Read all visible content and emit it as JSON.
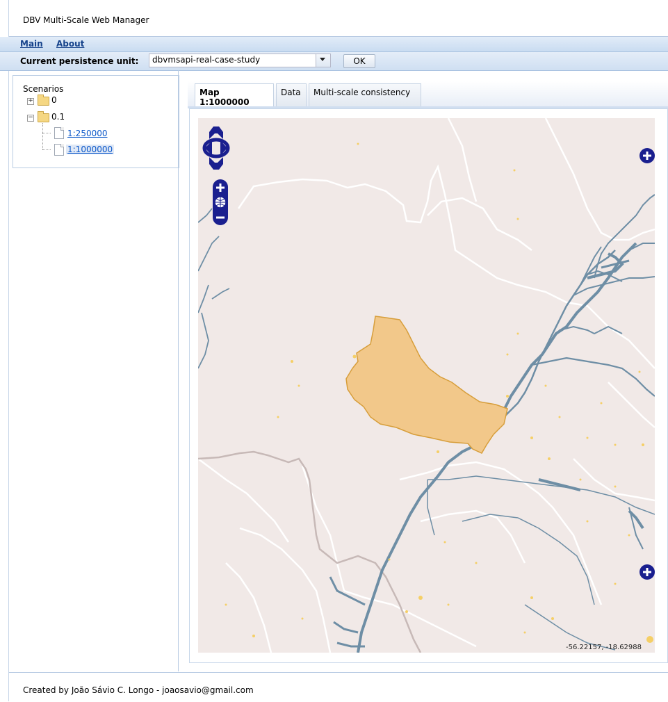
{
  "app": {
    "title": "DBV Multi-Scale Web Manager"
  },
  "menu": {
    "main": "Main",
    "about": "About"
  },
  "persistence": {
    "label": "Current persistence unit:",
    "selected": "dbvmsapi-real-case-study",
    "ok_label": "OK"
  },
  "tree": {
    "title": "Scenarios",
    "nodes": [
      {
        "label": "0",
        "expanded": false
      },
      {
        "label": "0.1",
        "expanded": true,
        "children": [
          {
            "label": "1:250000"
          },
          {
            "label": "1:1000000",
            "selected": true
          }
        ]
      }
    ]
  },
  "tabs": [
    {
      "label": "Map 1:1000000",
      "active": true
    },
    {
      "label": "Data"
    },
    {
      "label": "Multi-scale consistency"
    }
  ],
  "map": {
    "coordinates": "-56.22157, -18.62988",
    "colors": {
      "background": "#f1e9e7",
      "water": "#6e8ea5",
      "highlight": "#f2c88a",
      "nav": "#1a1f8f"
    }
  },
  "footer": {
    "text": "Created by João Sávio C. Longo - joaosavio@gmail.com"
  }
}
